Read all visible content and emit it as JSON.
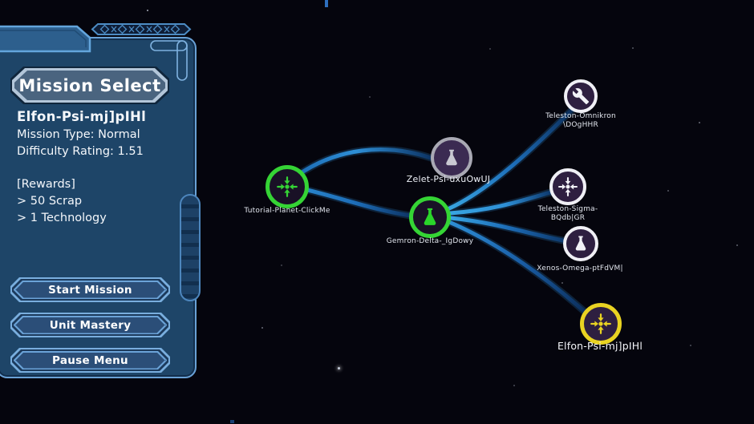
{
  "panel": {
    "title": "Mission Select",
    "mission_name": "Elfon-Psi-mj]pIHl",
    "mission_type": "Mission Type: Normal",
    "difficulty": "Difficulty Rating: 1.51",
    "rewards_header": "[Rewards]",
    "rewards": [
      "> 50 Scrap",
      "> 1 Technology"
    ],
    "buttons": [
      "Start Mission",
      "Unit Mastery",
      "Pause Menu"
    ]
  },
  "map": {
    "nodes": [
      {
        "name": "Tutorial-Planet-ClickMe",
        "icon": "crosshair",
        "color": "#35d435"
      },
      {
        "name": "Zelet-Psi-uxuOwUJ",
        "icon": "flask",
        "color": "#a9a9b4"
      },
      {
        "name": "Gemron-Delta-_IgDowy",
        "icon": "flask",
        "color": "#35d435"
      },
      {
        "name_line1": "Teleston-Omnikron",
        "name_line2": "\\DOgHHR",
        "icon": "wrench",
        "color": "#f0f0f5"
      },
      {
        "name_line1": "Teleston-Sigma-",
        "name_line2": "BQdb|GR",
        "icon": "crosshair",
        "color": "#f0f0f5"
      },
      {
        "name": "Xenos-Omega-ptFdVM|",
        "icon": "flask",
        "color": "#f0f0f5"
      },
      {
        "name": "Elfon-Psi-mj]pIHl",
        "icon": "crosshair",
        "color": "#e9d322"
      }
    ]
  },
  "colors": {
    "background": "#05050d",
    "panel_fill": "#1e4568",
    "panel_border": "#69a1d6",
    "plate_border": "#b3c6d9",
    "connection_line": "#2e8fd6",
    "node_green": "#35d435",
    "node_white": "#f0f0f5",
    "node_gray": "#a9a9b4",
    "node_yellow": "#e9d322"
  }
}
